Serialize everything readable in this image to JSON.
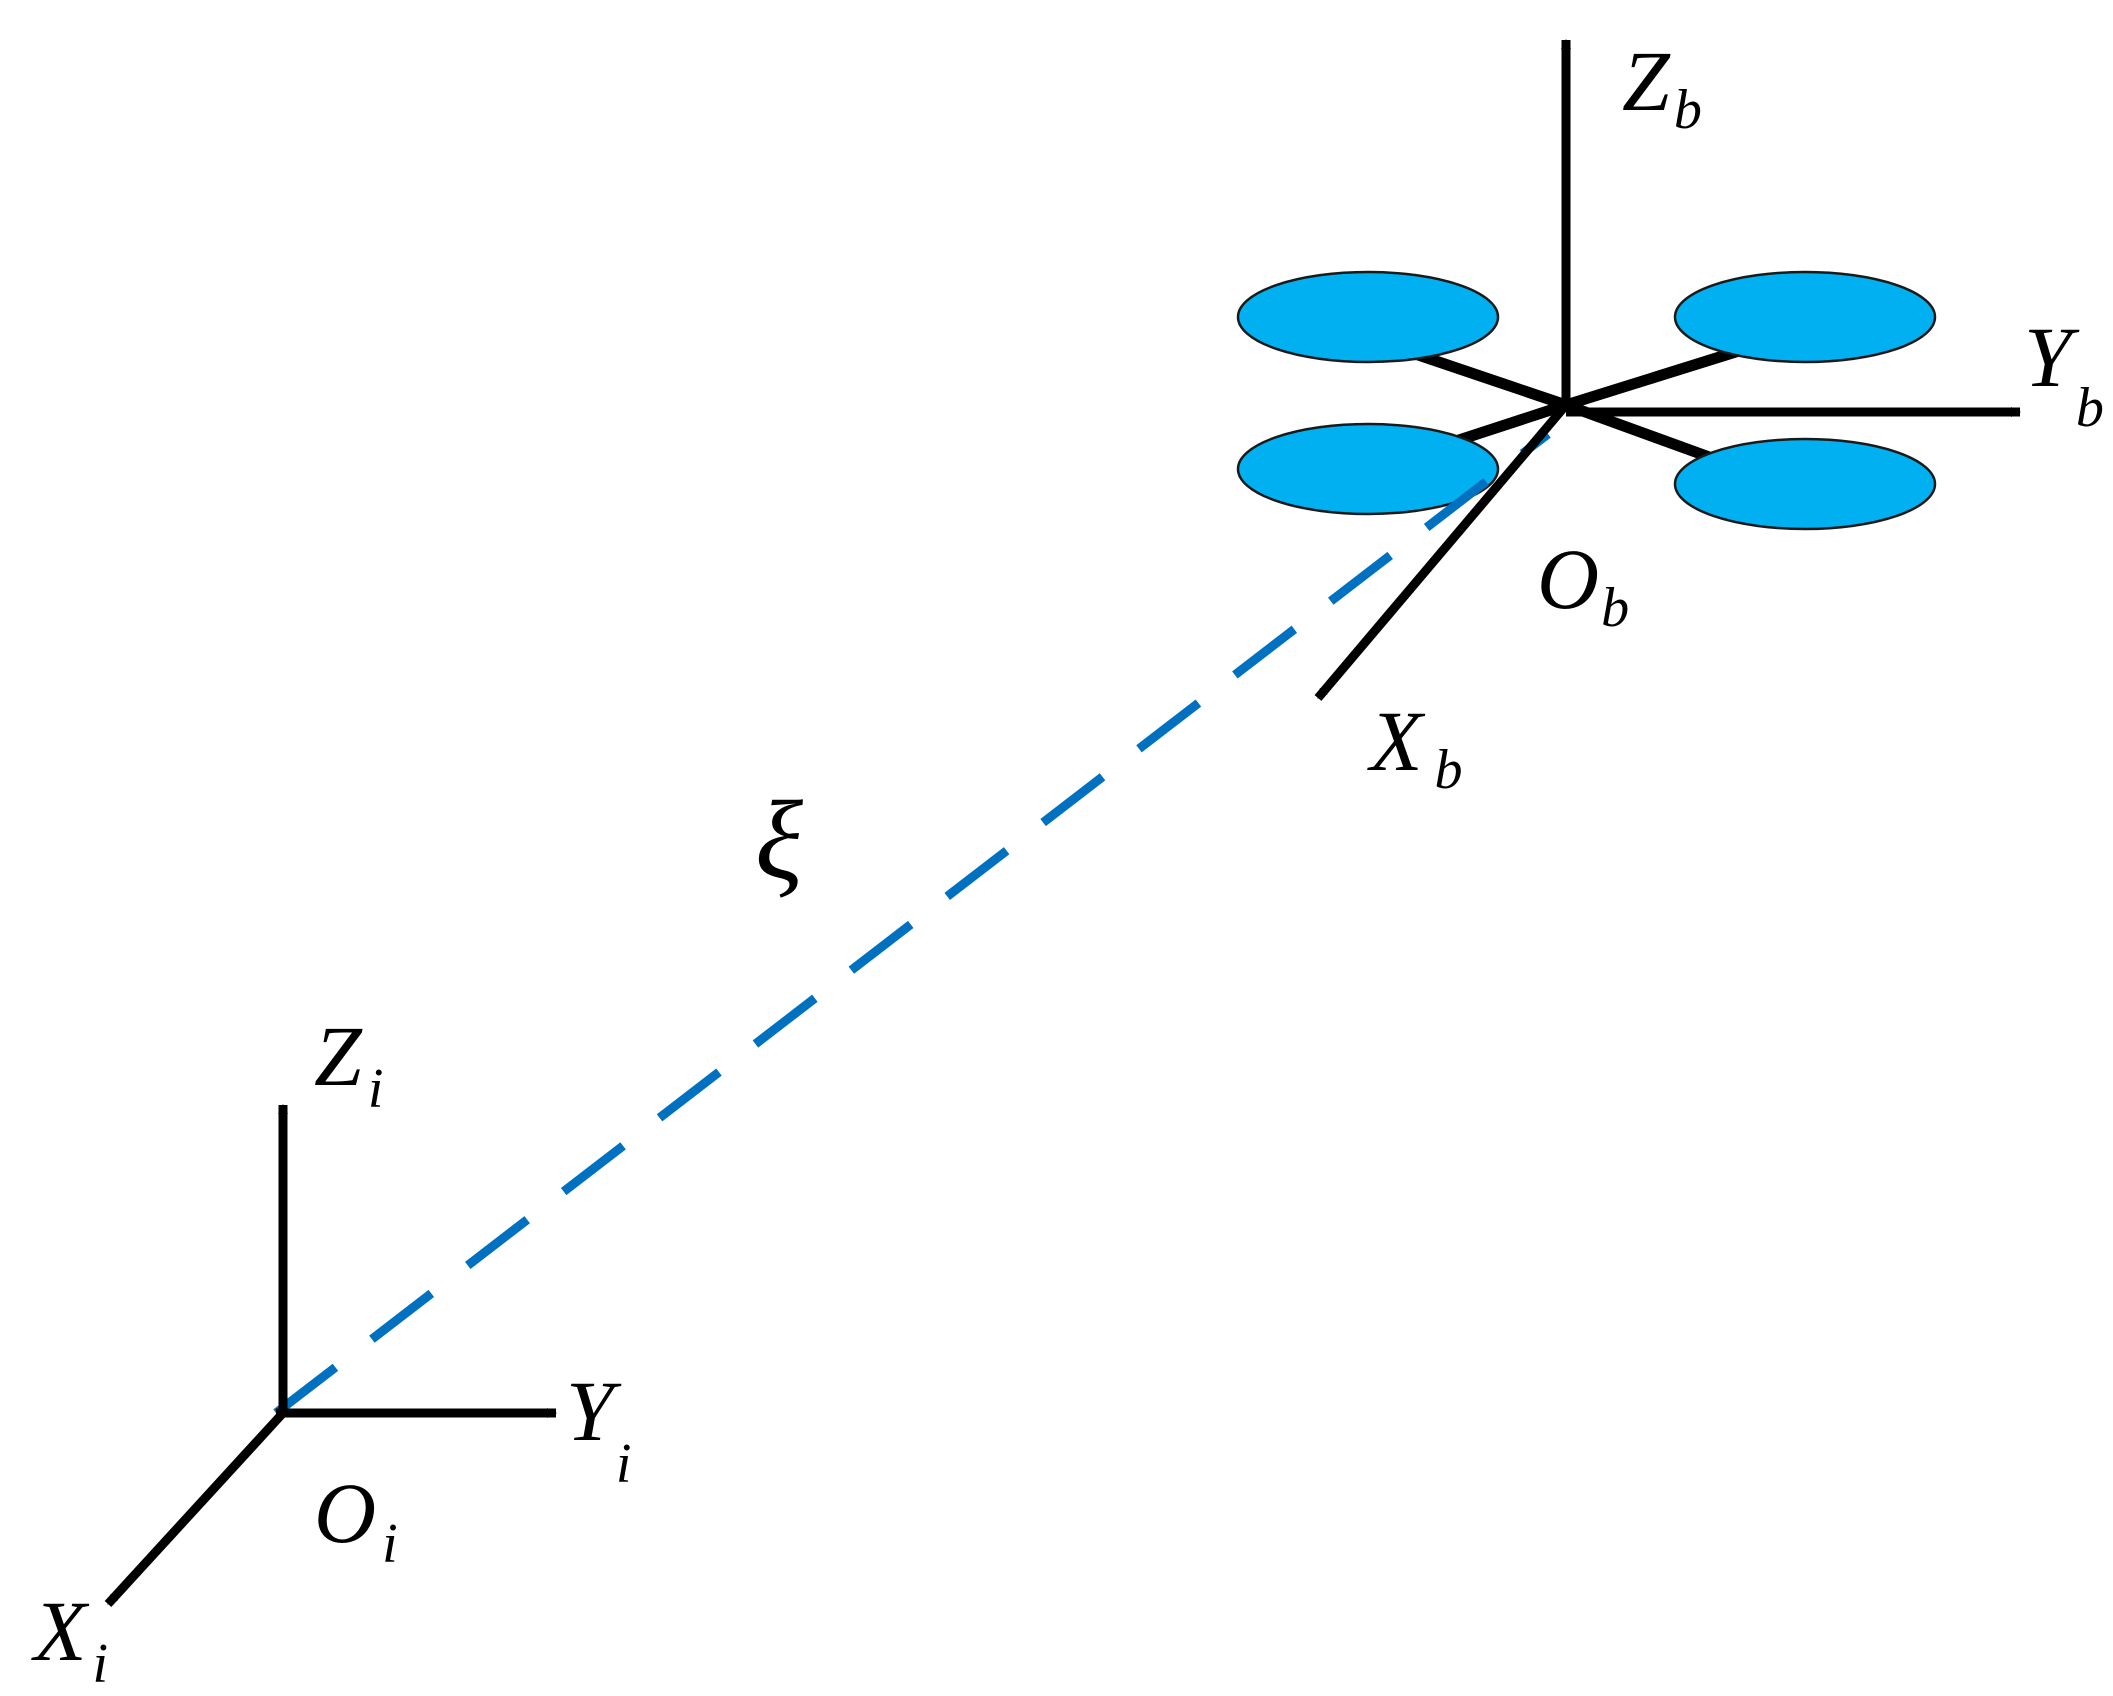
{
  "colors": {
    "axis": "#000000",
    "rotor_fill": "#00b0f0",
    "rotor_stroke": "#1a1a1a",
    "vector_dashed": "#0070c0"
  },
  "labels": {
    "body_frame": {
      "z": {
        "main": "Z",
        "sub": "b"
      },
      "y": {
        "main": "Y",
        "sub": "b"
      },
      "x": {
        "main": "X",
        "sub": "b"
      },
      "origin": {
        "main": "O",
        "sub": "b"
      }
    },
    "inertial_frame": {
      "z": {
        "main": "Z",
        "sub": "i"
      },
      "y": {
        "main": "Y",
        "sub": "i"
      },
      "x": {
        "main": "X",
        "sub": "i"
      },
      "origin": {
        "main": "O",
        "sub": "i"
      }
    },
    "position_vector": "ξ"
  }
}
